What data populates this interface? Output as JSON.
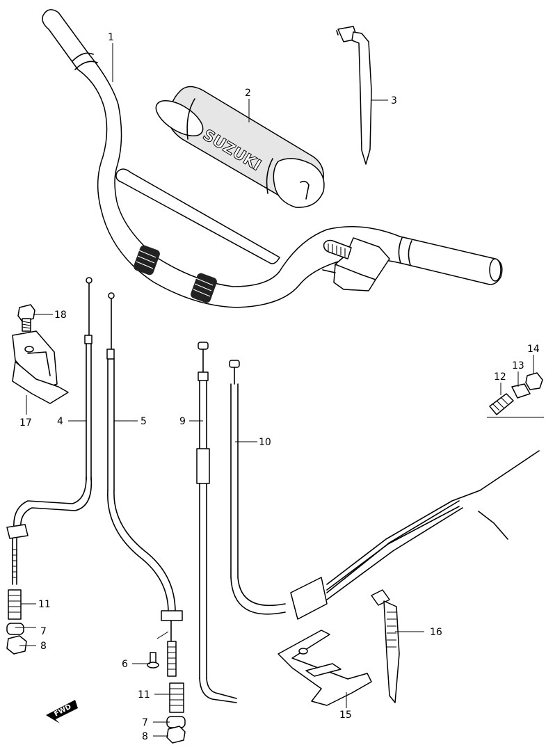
{
  "brand_text": "SUZUKI",
  "fwd_label": "FWD",
  "callouts": [
    {
      "id": "c1",
      "text": "1"
    },
    {
      "id": "c2",
      "text": "2"
    },
    {
      "id": "c3",
      "text": "3"
    },
    {
      "id": "c4",
      "text": "4"
    },
    {
      "id": "c5",
      "text": "5"
    },
    {
      "id": "c6",
      "text": "6"
    },
    {
      "id": "c7a",
      "text": "7"
    },
    {
      "id": "c7b",
      "text": "7"
    },
    {
      "id": "c8a",
      "text": "8"
    },
    {
      "id": "c8b",
      "text": "8"
    },
    {
      "id": "c9",
      "text": "9"
    },
    {
      "id": "c10",
      "text": "10"
    },
    {
      "id": "c11a",
      "text": "11"
    },
    {
      "id": "c11b",
      "text": "11"
    },
    {
      "id": "c12",
      "text": "12"
    },
    {
      "id": "c13",
      "text": "13"
    },
    {
      "id": "c14",
      "text": "14"
    },
    {
      "id": "c15",
      "text": "15"
    },
    {
      "id": "c16",
      "text": "16"
    },
    {
      "id": "c17",
      "text": "17"
    },
    {
      "id": "c18",
      "text": "18"
    }
  ]
}
